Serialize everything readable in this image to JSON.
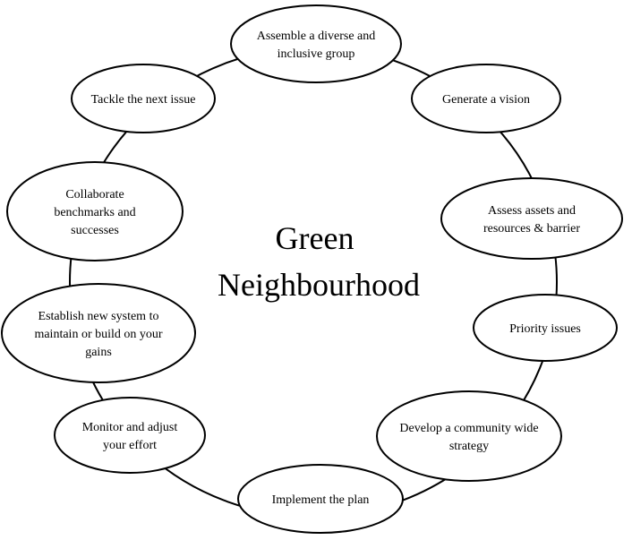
{
  "center_title": [
    "Green",
    "Neighbourhood"
  ],
  "steps": [
    {
      "id": "assemble-group",
      "lines": [
        "Assemble a diverse and",
        "inclusive group"
      ]
    },
    {
      "id": "generate-vision",
      "lines": [
        "Generate a vision"
      ]
    },
    {
      "id": "assess-assets",
      "lines": [
        "Assess assets and",
        "resources & barrier"
      ]
    },
    {
      "id": "priority-issues",
      "lines": [
        "Priority issues"
      ]
    },
    {
      "id": "develop-strategy",
      "lines": [
        "Develop a community wide",
        "strategy"
      ]
    },
    {
      "id": "implement-plan",
      "lines": [
        "Implement the plan"
      ]
    },
    {
      "id": "monitor-adjust",
      "lines": [
        "Monitor and adjust",
        "your effort"
      ]
    },
    {
      "id": "establish-system",
      "lines": [
        "Establish new system to",
        "maintain or build on your",
        "gains"
      ]
    },
    {
      "id": "collaborate-benchmarks",
      "lines": [
        "Collaborate",
        "benchmarks and",
        "successes"
      ]
    },
    {
      "id": "tackle-next",
      "lines": [
        "Tackle the next issue"
      ]
    }
  ],
  "colors": {
    "stroke": "#000000",
    "fill": "#ffffff",
    "text": "#000000"
  }
}
